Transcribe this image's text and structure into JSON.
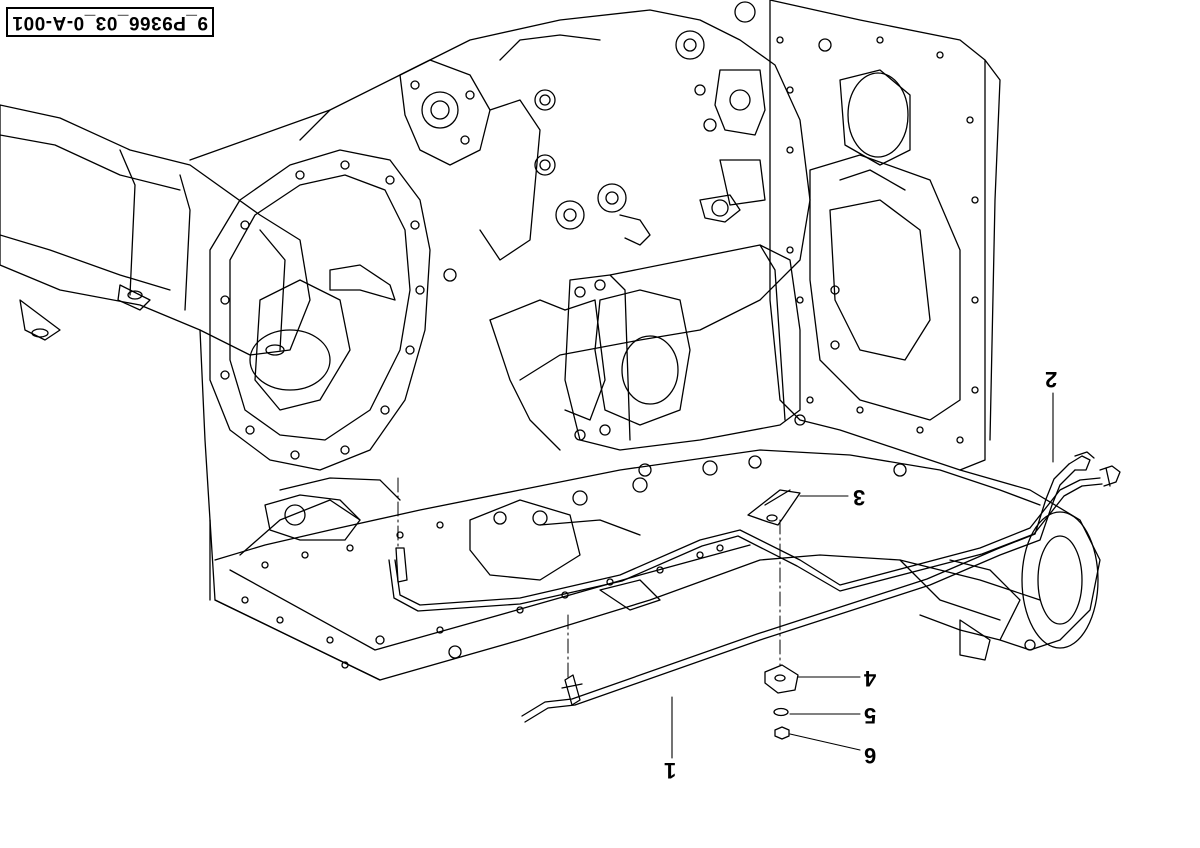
{
  "drawing": {
    "reference_code": "9_P9366_03_0-A-001",
    "callouts": [
      {
        "id": "1",
        "label": "1"
      },
      {
        "id": "2",
        "label": "2"
      },
      {
        "id": "3",
        "label": "3"
      },
      {
        "id": "4",
        "label": "4"
      },
      {
        "id": "5",
        "label": "5"
      },
      {
        "id": "6",
        "label": "6"
      }
    ],
    "colors": {
      "line": "#000000",
      "background": "#ffffff"
    }
  }
}
